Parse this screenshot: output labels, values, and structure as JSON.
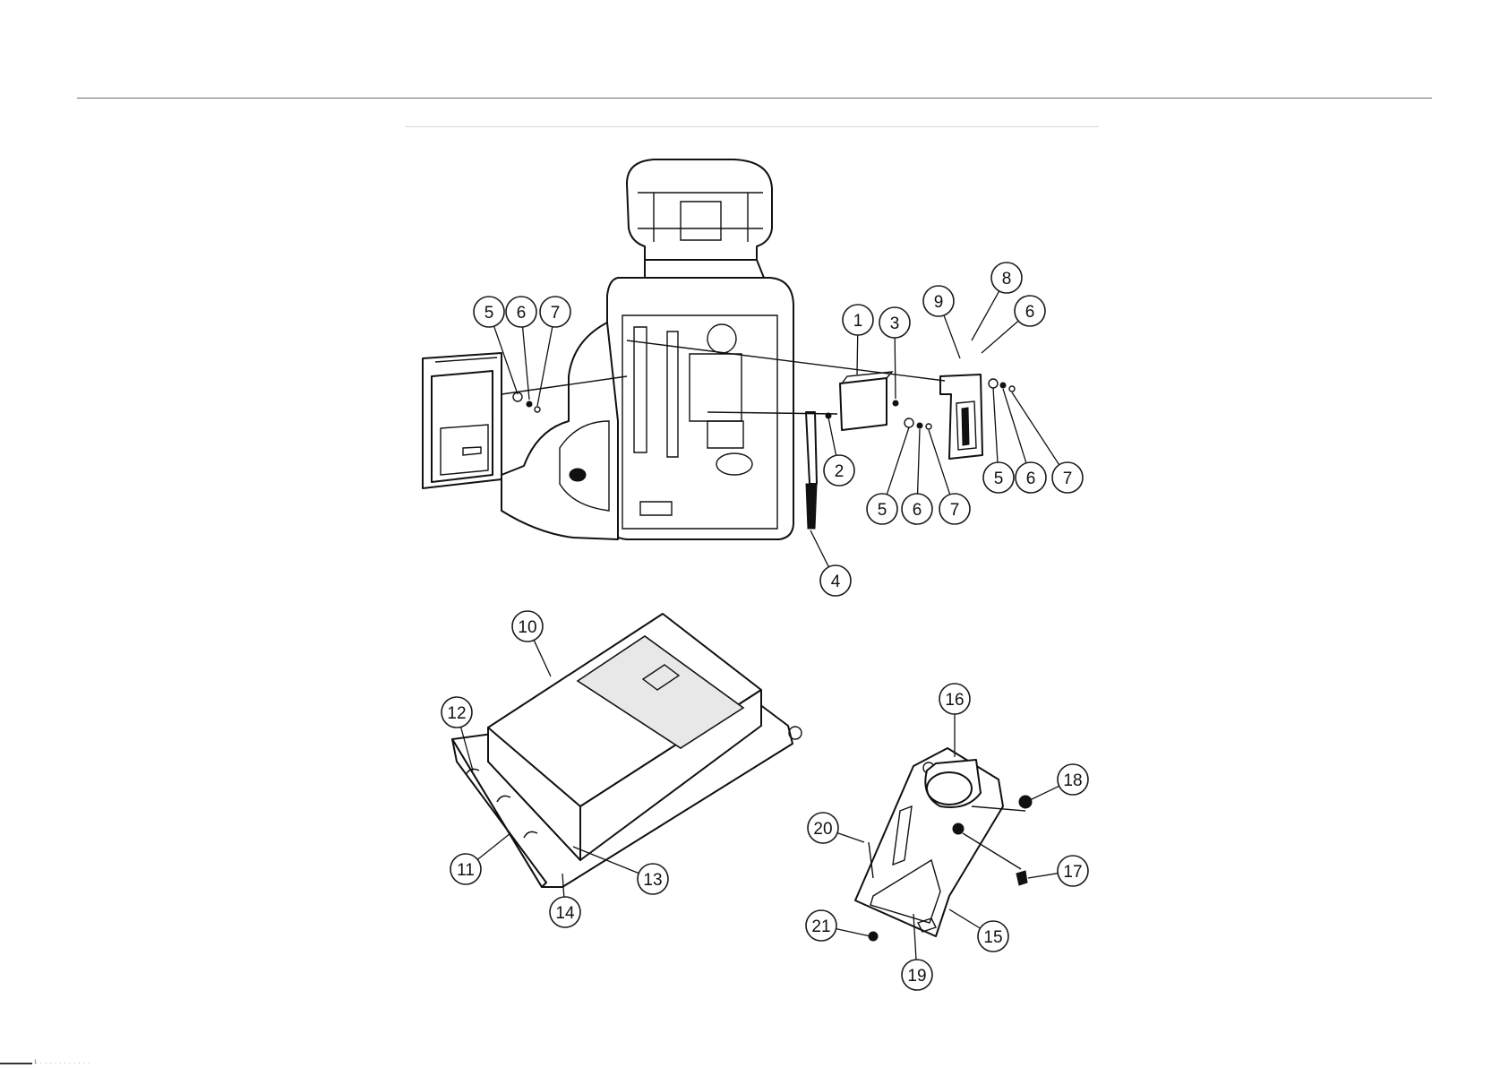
{
  "diagram": {
    "type": "exploded-parts-view",
    "callouts": [
      "1",
      "2",
      "3",
      "4",
      "5",
      "6",
      "7",
      "8",
      "9",
      "10",
      "11",
      "12",
      "13",
      "14",
      "15",
      "16",
      "17",
      "18",
      "19",
      "20",
      "21"
    ]
  },
  "footer": {
    "text": "1 . . . . . . . . . . ."
  }
}
